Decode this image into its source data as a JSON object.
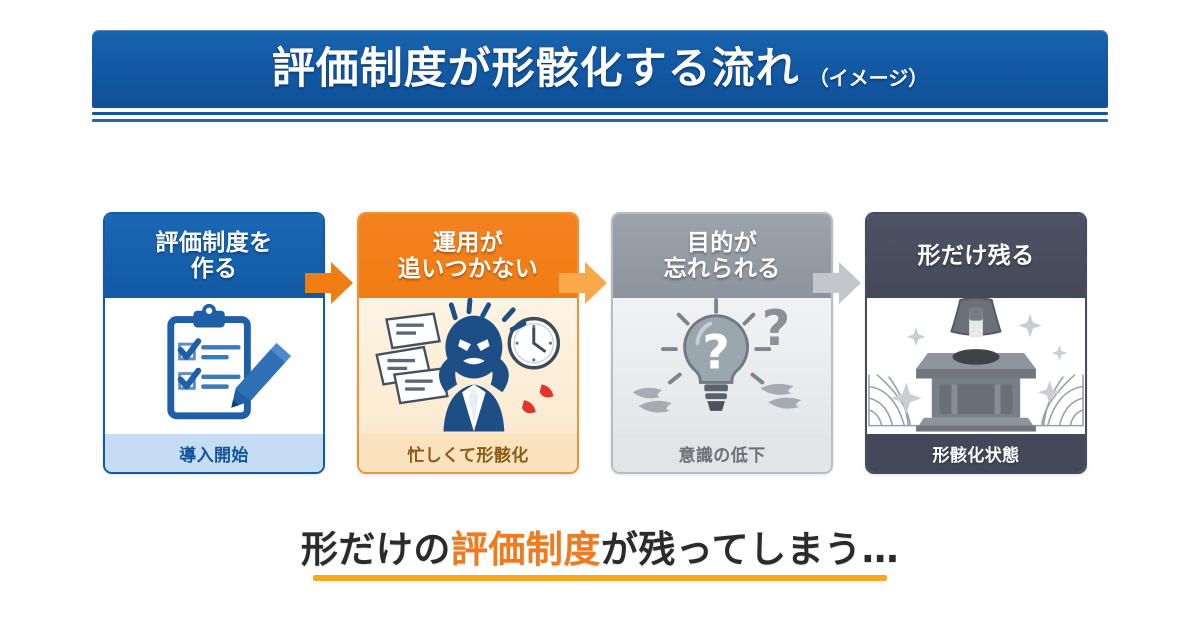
{
  "banner": {
    "title": "評価制度が形骸化する流れ",
    "subtitle": "（イメージ）",
    "bg_color": "#1259a4",
    "text_color": "#ffffff"
  },
  "flow": {
    "steps": [
      {
        "head": "評価制度を\n作る",
        "head_line1": "評価制度を",
        "head_line2": "作る",
        "footer": "導入開始",
        "icon": "clipboard-checklist-pencil-icon",
        "head_color": "#1259a4",
        "footer_bg": "#c5ddf4",
        "footer_text_color": "#12539a",
        "body_bg": "#ffffff"
      },
      {
        "head": "運用が\n追いつかない",
        "head_line1": "運用が",
        "head_line2": "追いつかない",
        "footer": "忙しくて形骸化",
        "icon": "stressed-businessman-papers-clock-icon",
        "head_color": "#f58220",
        "footer_bg": "#fae2bc",
        "footer_text_color": "#8a5a18",
        "body_bg": "#fdf1dd"
      },
      {
        "head": "目的が\n忘れられる",
        "head_line1": "目的が",
        "head_line2": "忘れられる",
        "footer": "意識の低下",
        "icon": "lightbulb-question-mark-icon",
        "head_color": "#9ba3ac",
        "footer_bg": "#e2e4e6",
        "footer_text_color": "#6b7179",
        "body_bg": "#ebedee"
      },
      {
        "head": "形だけ残る",
        "head_line1": "形だけ残る",
        "head_line2": "",
        "footer": "形骸化状態",
        "icon": "dusty-stamp-pedestal-cobweb-icon",
        "head_color": "#434958",
        "footer_bg": "#434958",
        "footer_text_color": "#ffffff",
        "body_bg": "#ffffff"
      }
    ],
    "arrows": [
      {
        "name": "arrow-step1-to-step2",
        "color": "#f07c14"
      },
      {
        "name": "arrow-step2-to-step3",
        "color": "#f9a94a"
      },
      {
        "name": "arrow-step3-to-step4",
        "color": "#c3c7cb"
      }
    ]
  },
  "caption": {
    "part1": "形だけの",
    "highlight": "評価制度",
    "part2": "が残ってしまう…",
    "highlight_color": "#ef7c1c",
    "underline_color": "#f5a91e",
    "text_color": "#2b2b2b"
  }
}
